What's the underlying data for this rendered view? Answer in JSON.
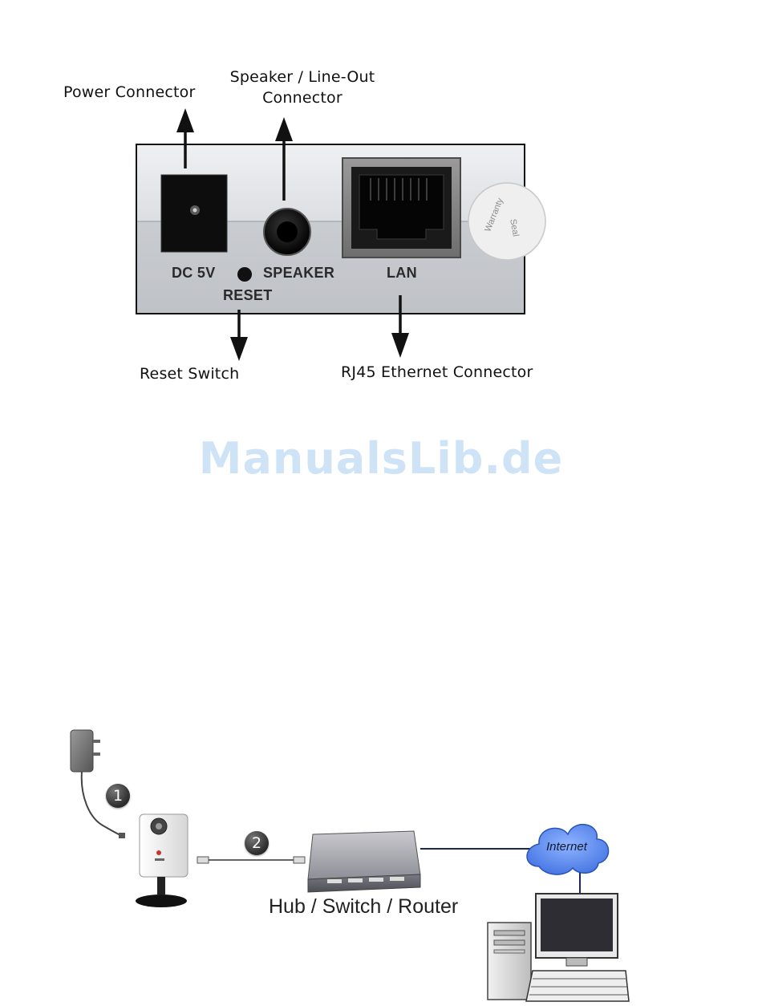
{
  "callouts": {
    "power": "Power Connector",
    "speaker_line1": "Speaker / Line-Out",
    "speaker_line2": "Connector",
    "reset": "Reset Switch",
    "rj45": "RJ45 Ethernet Connector"
  },
  "panel_labels": {
    "dc": "DC 5V",
    "speaker": "SPEAKER",
    "reset": "RESET",
    "lan": "LAN"
  },
  "seal": {
    "word1": "Warranty",
    "word2": "Seal"
  },
  "watermark": "ManualsLib.de",
  "network": {
    "step1": "1",
    "step2": "2",
    "hub_label": "Hub / Switch / Router",
    "cloud_label": "Internet"
  }
}
